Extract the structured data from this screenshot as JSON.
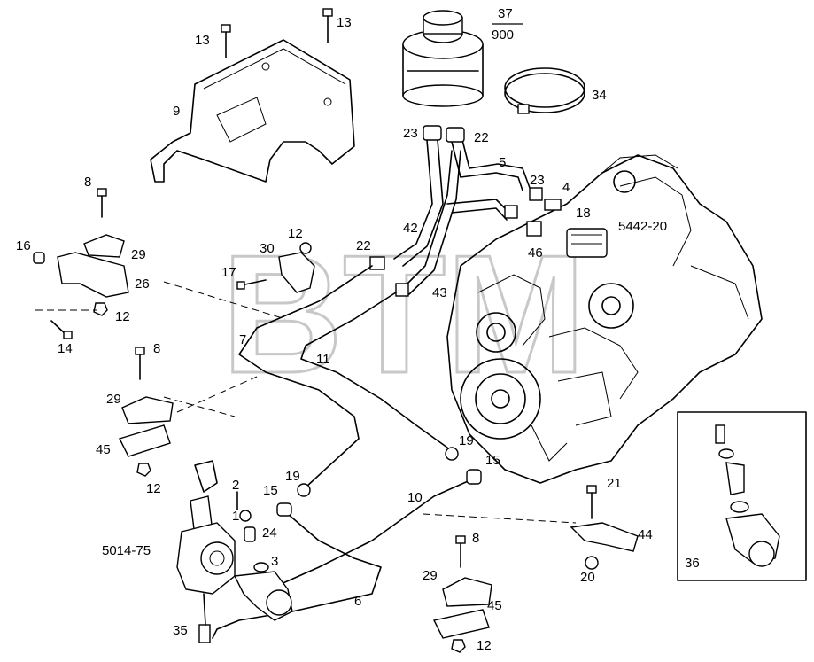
{
  "watermark": "BTM",
  "callouts": {
    "p13a": "13",
    "p13b": "13",
    "p9": "9",
    "p37": "37",
    "p900": "900",
    "p34": "34",
    "p23a": "23",
    "p22a": "22",
    "p5": "5",
    "p23b": "23",
    "p4": "4",
    "p18": "18",
    "p5442_20": "5442-20",
    "p8a": "8",
    "p16": "16",
    "p29a": "29",
    "p26": "26",
    "p12a": "12",
    "p14": "14",
    "p30": "30",
    "p12b": "12",
    "p22b": "22",
    "p42": "42",
    "p46": "46",
    "p17": "17",
    "p43": "43",
    "p7": "7",
    "p11": "11",
    "p8b": "8",
    "p29b": "29",
    "p45a": "45",
    "p12c": "12",
    "p19a": "19",
    "p15a": "15",
    "p19b": "19",
    "p15b": "15",
    "p2": "2",
    "p1": "1",
    "p10": "10",
    "p21": "21",
    "p24": "24",
    "p5014_75": "5014-75",
    "p3": "3",
    "p8c": "8",
    "p44": "44",
    "p29c": "29",
    "p20": "20",
    "p36": "36",
    "p45b": "45",
    "p6": "6",
    "p35": "35",
    "p12d": "12"
  }
}
